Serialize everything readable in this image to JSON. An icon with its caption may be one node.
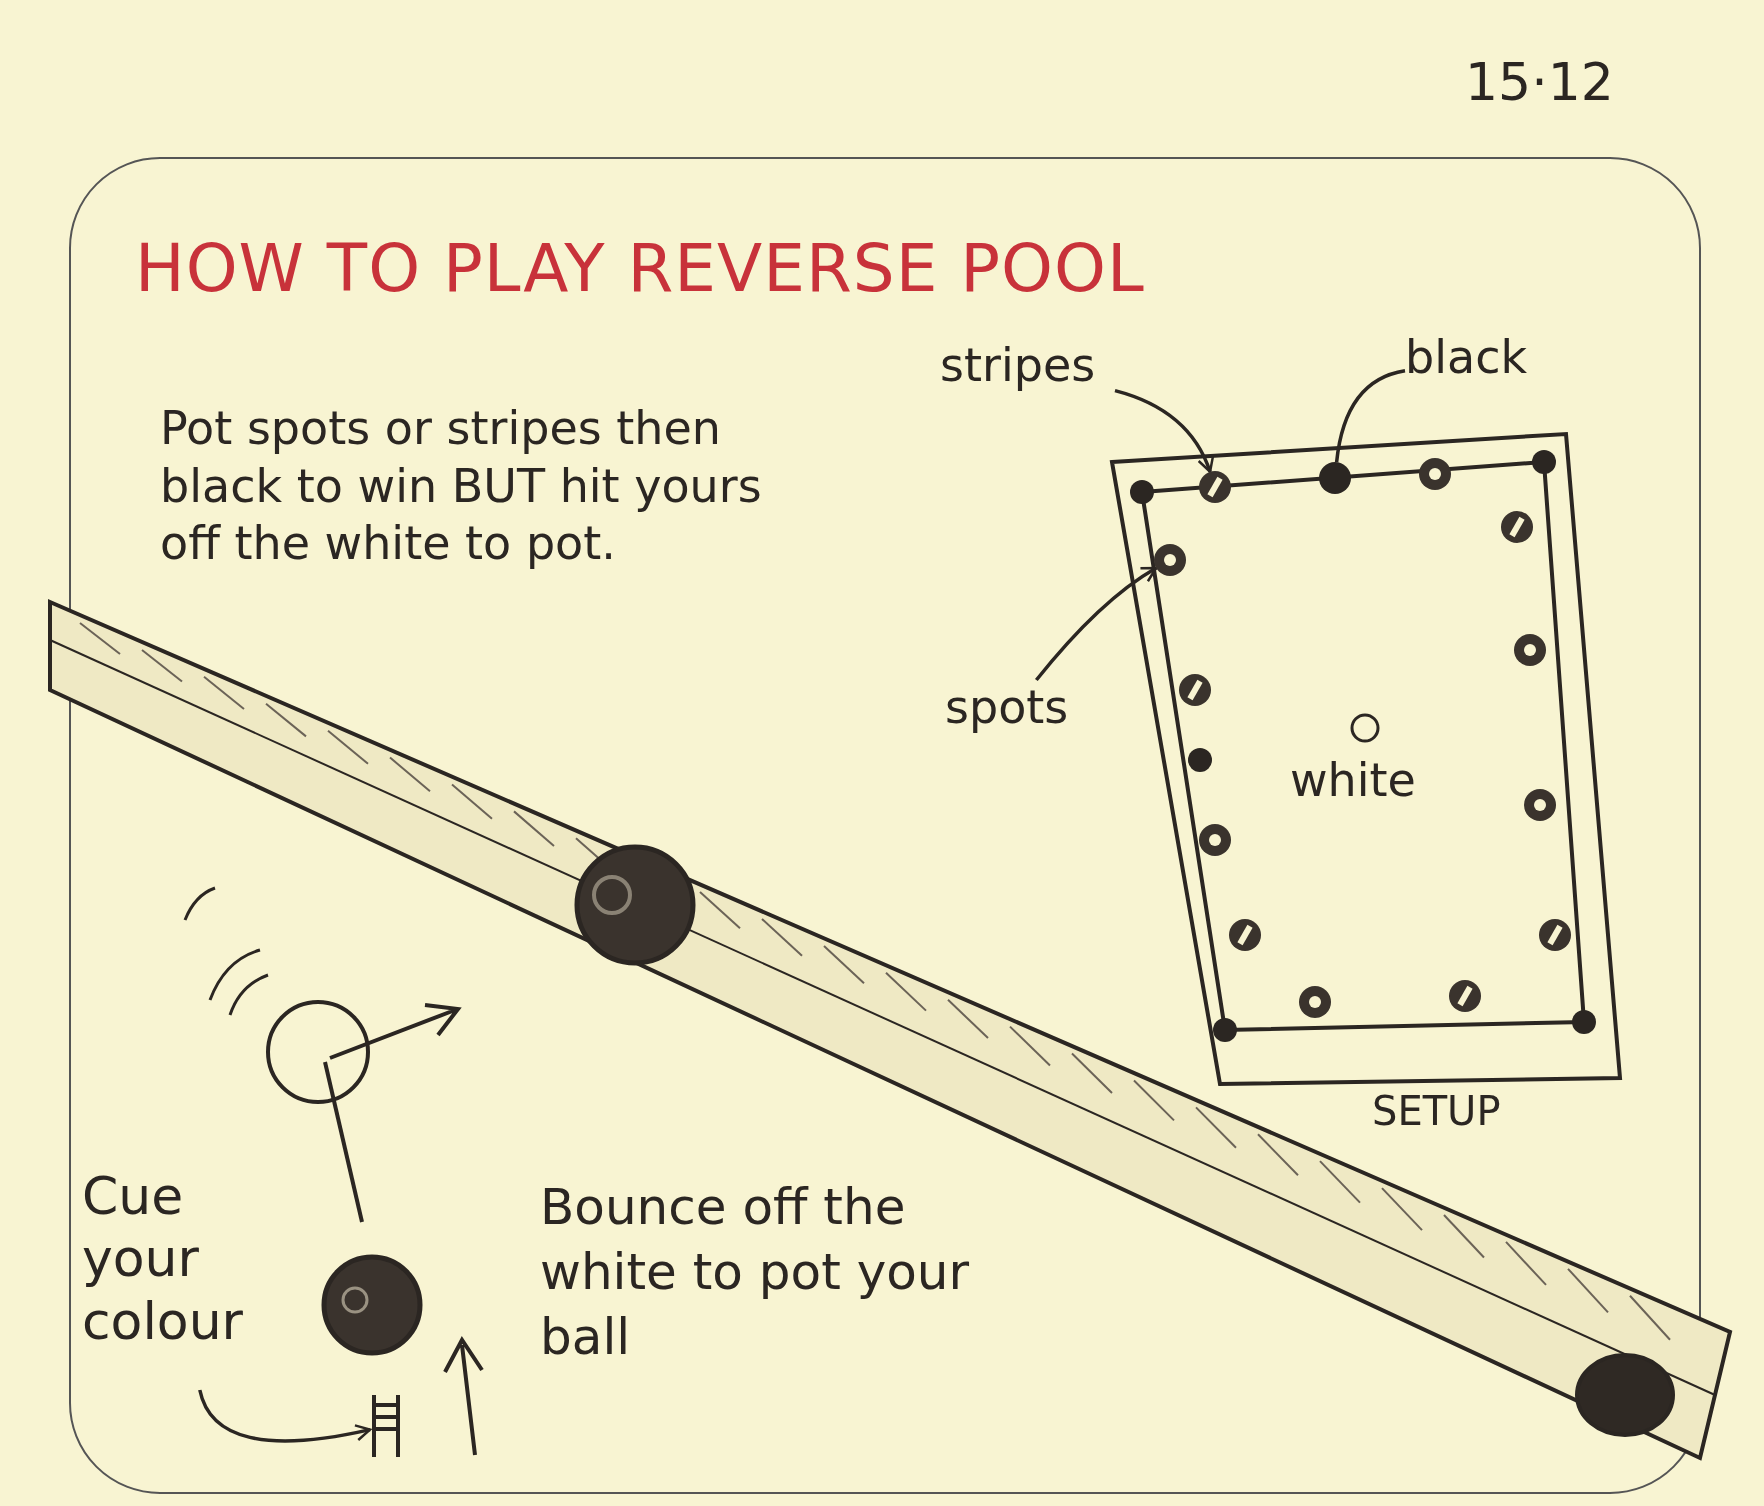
{
  "diagram": {
    "title": "HOW TO PLAY REVERSE POOL",
    "nodes": [
      {
        "text": [
          "stripes"
        ]
      },
      {
        "text": [],
        "shape": "circle"
      },
      {
        "text": [
          "black"
        ]
      },
      {
        "text": [],
        "shape": "circle"
      },
      {
        "text": [
          "spots"
        ]
      },
      {
        "text": [],
        "shape": "circle"
      },
      {
        "text": [
          "Cue your colour"
        ]
      },
      {
        "text": [],
        "shape": "bar"
      }
    ],
    "edges": [
      {
        "from": 0,
        "to": 1,
        "arrow": "to"
      },
      {
        "from": 2,
        "to": 3,
        "arrow": "none"
      },
      {
        "from": 4,
        "to": 5,
        "arrow": "to"
      },
      {
        "from": 6,
        "to": 7,
        "arrow": "to"
      }
    ],
    "labels": [
      "15·12",
      "Pot spots or stripes then black to win BUT hit yours off the white to pot.",
      "white",
      "SETUP",
      "Bounce off the white to pot your ball"
    ]
  }
}
